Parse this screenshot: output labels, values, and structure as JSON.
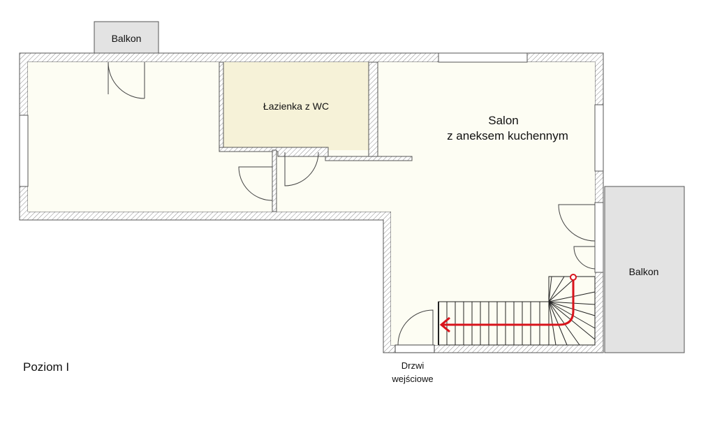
{
  "plan": {
    "level_label": "Poziom I",
    "rooms": {
      "bathroom": "Łazienka z WC",
      "living_line1": "Salon",
      "living_line2": "z aneksem kuchennym",
      "balcony_top": "Balkon",
      "balcony_right": "Balkon"
    },
    "entrance": {
      "line1": "Drzwi",
      "line2": "wejściowe"
    }
  },
  "colors": {
    "floor": "#fdfdf3",
    "bathroom_floor": "#f6f2d8",
    "balcony": "#e3e3e3",
    "wall_hatch": "#777777",
    "stair_arrow": "#d8141c"
  }
}
